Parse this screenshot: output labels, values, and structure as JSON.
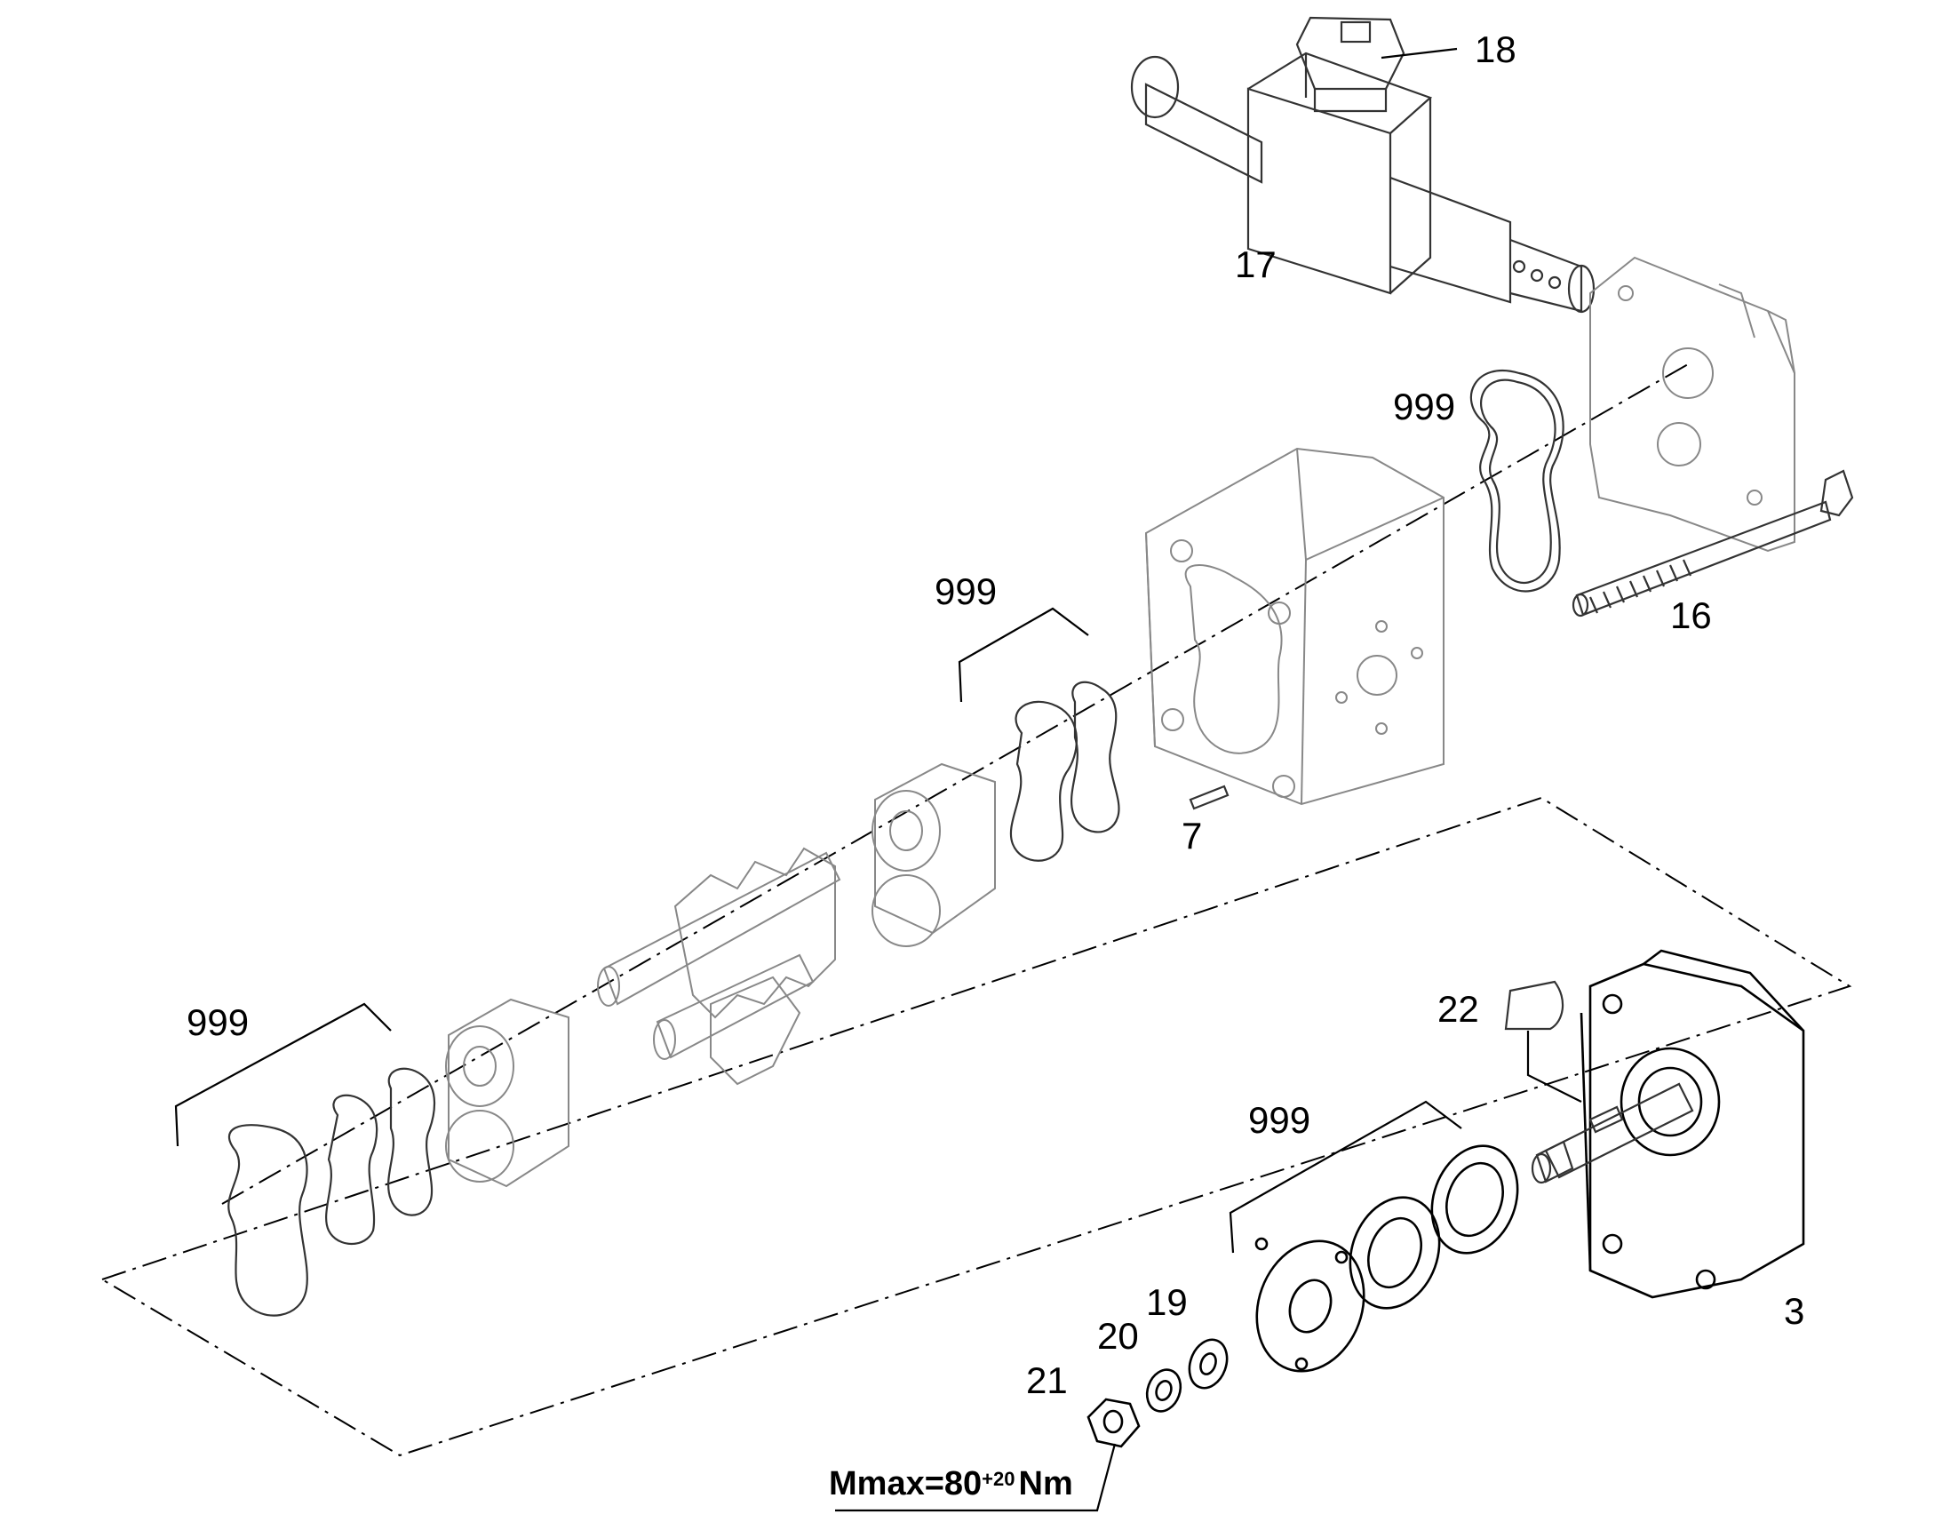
{
  "labels": {
    "p18": "18",
    "p17": "17",
    "p16": "16",
    "p7": "7",
    "p22": "22",
    "p3": "3",
    "p19": "19",
    "p20": "20",
    "p21": "21",
    "seal_kit_a": "999",
    "seal_kit_b": "999",
    "seal_kit_c": "999",
    "seal_kit_d": "999"
  },
  "torque": {
    "prefix": "Mmax=80",
    "tolerance": "+20",
    "unit": "Nm"
  }
}
